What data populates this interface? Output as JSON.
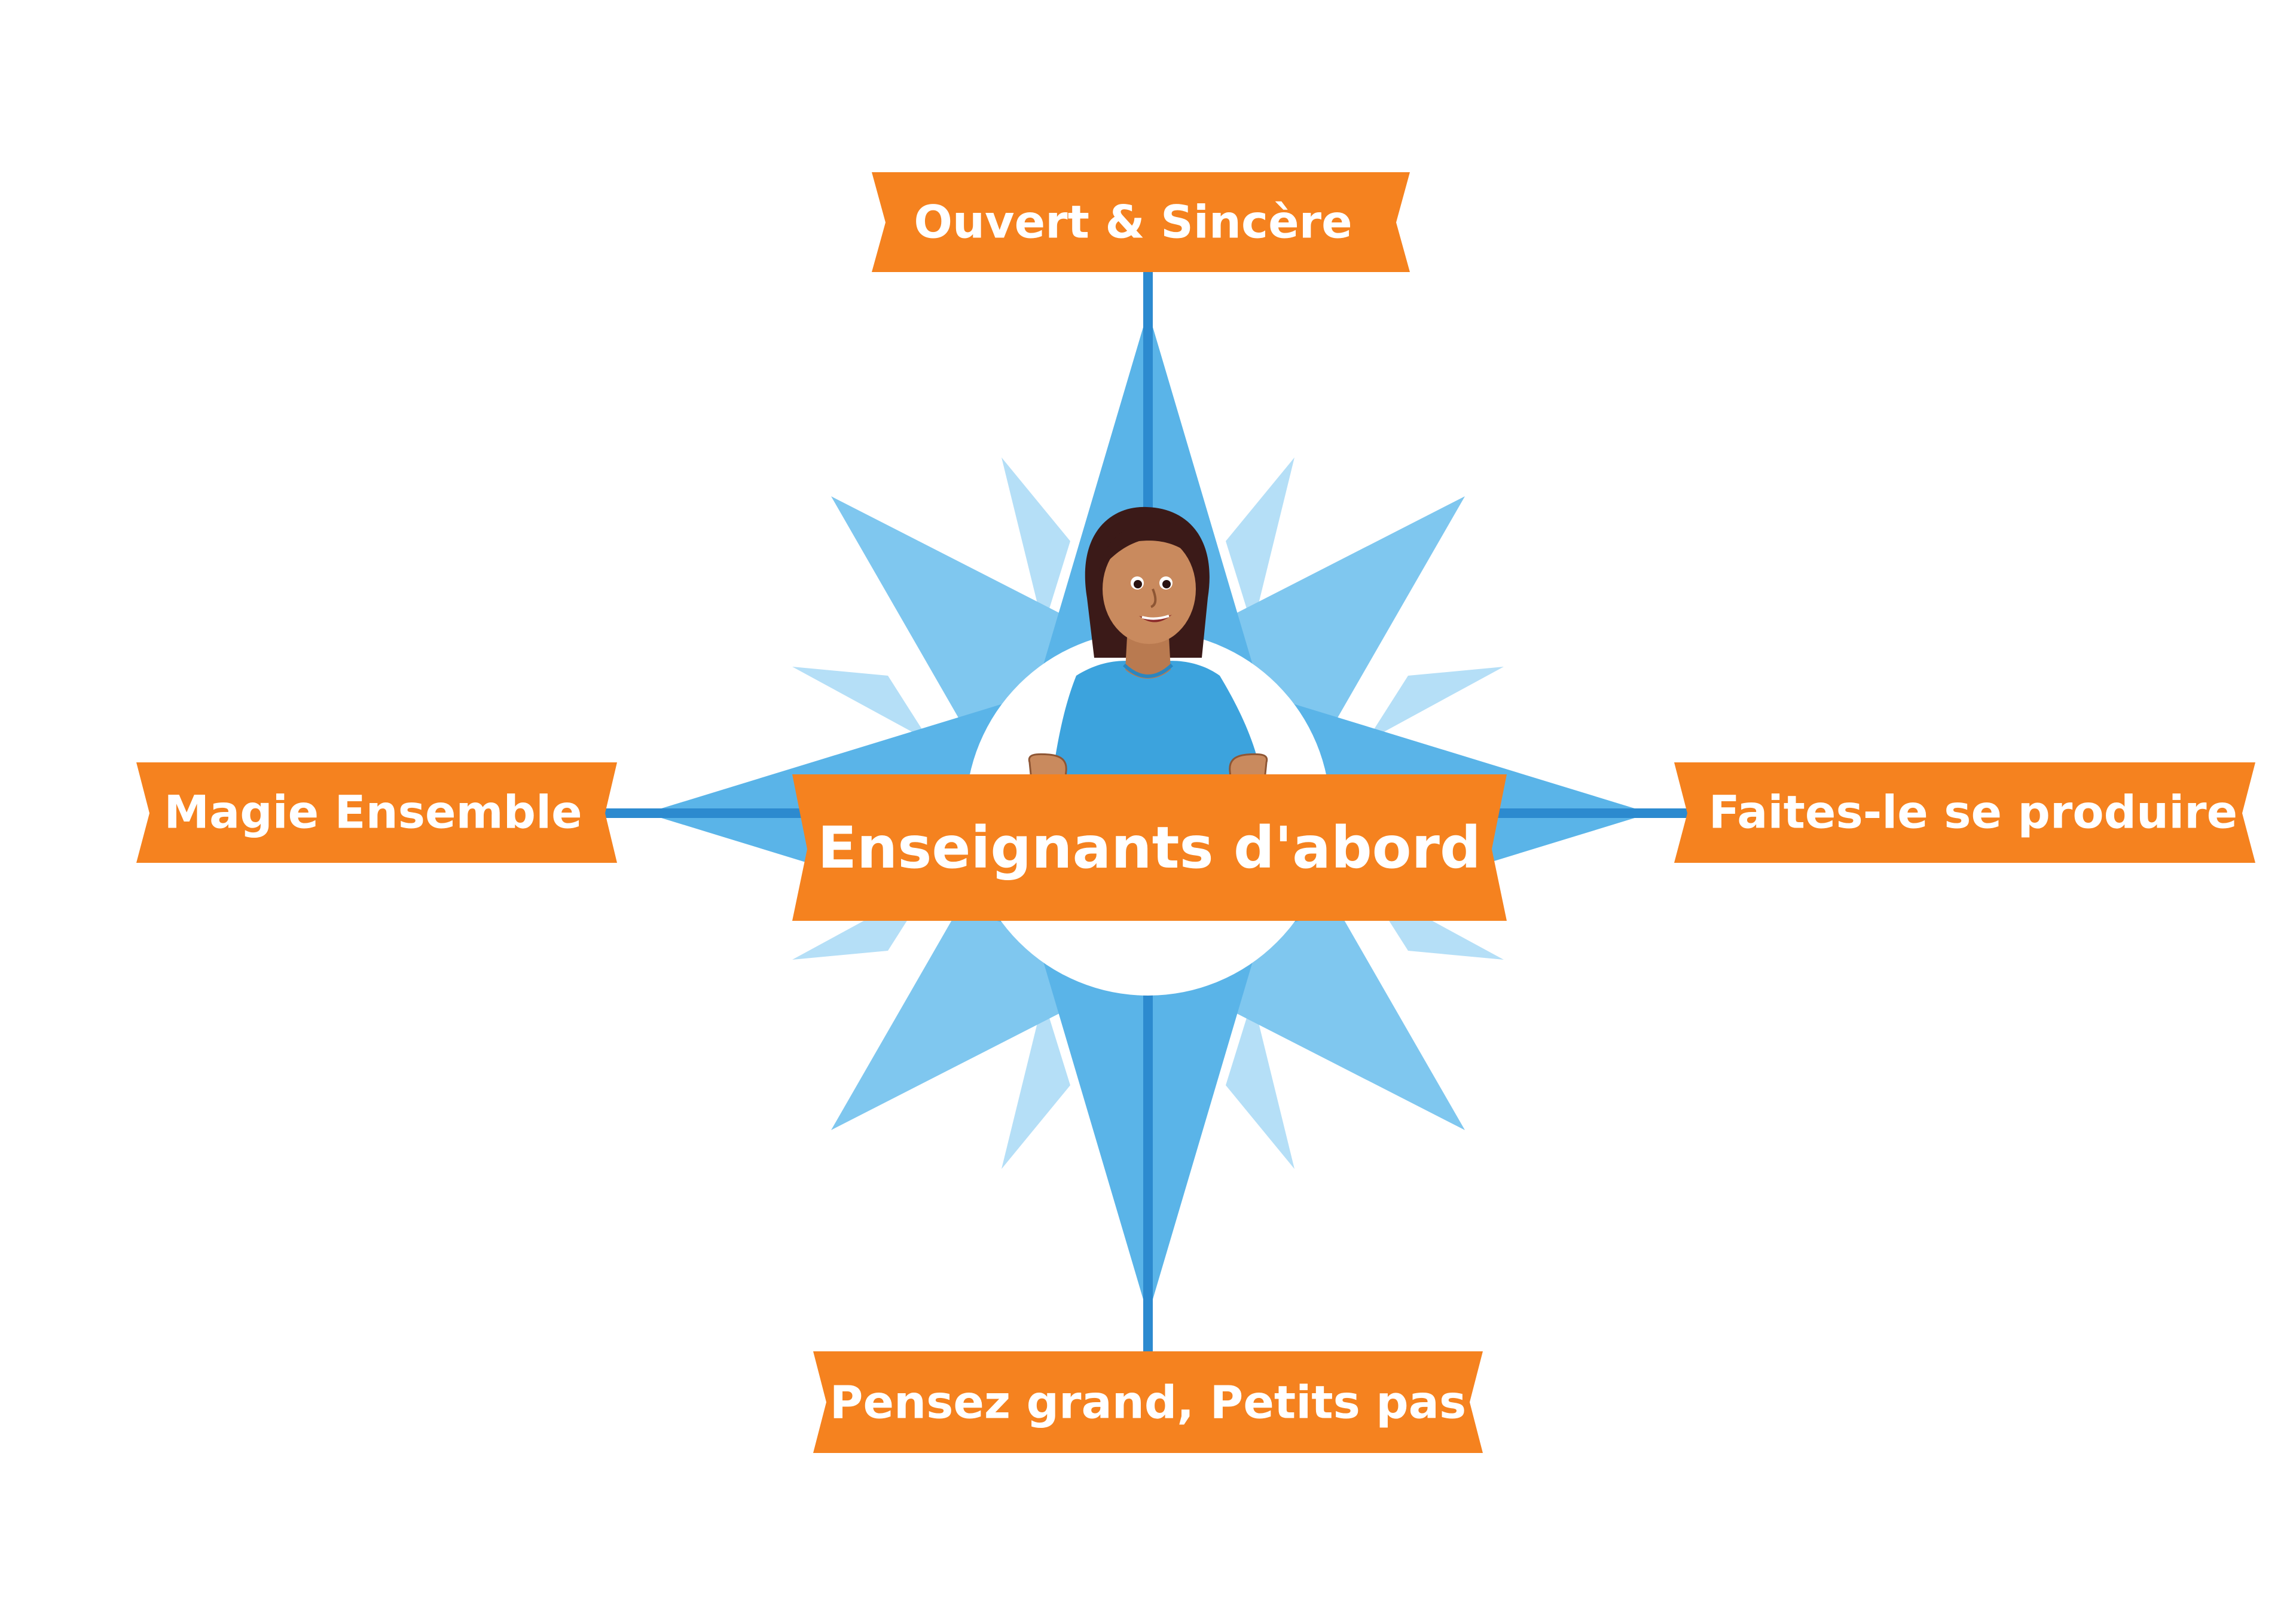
{
  "diagram": {
    "center_label": "Enseignants d'abord",
    "north_label": "Ouvert & Sincère",
    "east_label": "Faites-le se produire",
    "south_label": "Pensez grand, Petits pas",
    "west_label": "Magie Ensemble"
  },
  "colors": {
    "banner_orange": "#F5821F",
    "star_main": "#5AB4E8",
    "star_mid": "#7FC7EF",
    "star_light": "#B5DFF7",
    "axis_line": "#2C8ACF",
    "shirt": "#3CA3DD",
    "skin": "#C98A5E",
    "hair": "#3B1A18"
  }
}
